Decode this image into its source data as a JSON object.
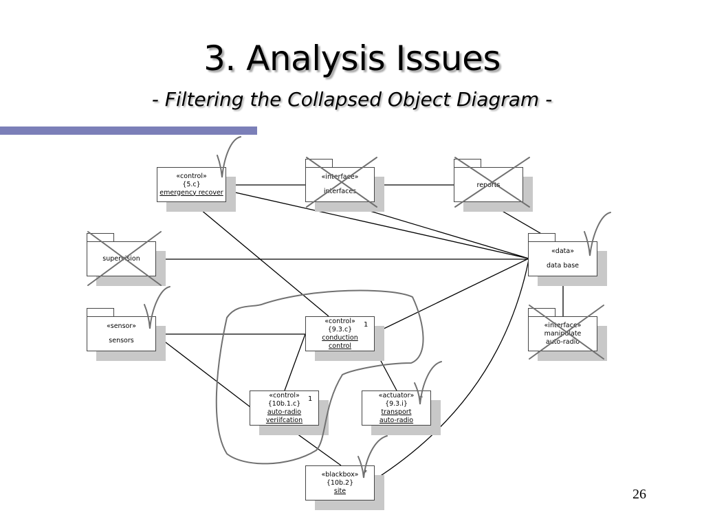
{
  "title": "3. Analysis Issues",
  "subtitle": "- Filtering the Collapsed Object Diagram -",
  "page_number": "26",
  "colors": {
    "accent_bar": "#7b7fb8",
    "shadow": "#c8c8c8",
    "line": "#000000",
    "annotation": "#707070"
  },
  "nodes": {
    "emergency_recovery": {
      "stereotype": "«control»",
      "ref": "{5.c}",
      "name": "emergency recover"
    },
    "interfaces": {
      "stereotype": "«interface»",
      "name": "interfaces"
    },
    "reports": {
      "name": "reports"
    },
    "supervision": {
      "name": "supervision"
    },
    "data_base": {
      "stereotype": "«data»",
      "name": "data base"
    },
    "sensors": {
      "stereotype": "«sensor»",
      "name": "sensors"
    },
    "conduction_control": {
      "stereotype": "«control»",
      "ref": "{9.3.c}",
      "name1": "conduction",
      "name2": "control",
      "multiplicity": "1"
    },
    "manipulate_auto_radio": {
      "stereotype": "«interface»",
      "name1": "manipulate",
      "name2": "auto-radio"
    },
    "auto_radio_verification": {
      "stereotype": "«control»",
      "ref": "{10b.1.c}",
      "name1": "auto-radio",
      "name2": "veriifcation",
      "multiplicity": "1"
    },
    "transport_auto_radio": {
      "stereotype": "«actuator»",
      "ref": "{9.3.i}",
      "name1": "transport",
      "name2": "auto-radio",
      "multiplicity": "*"
    },
    "site": {
      "stereotype": "«blackbox»",
      "ref": "{10b.2}",
      "name": "site",
      "multiplicity": "*"
    }
  }
}
